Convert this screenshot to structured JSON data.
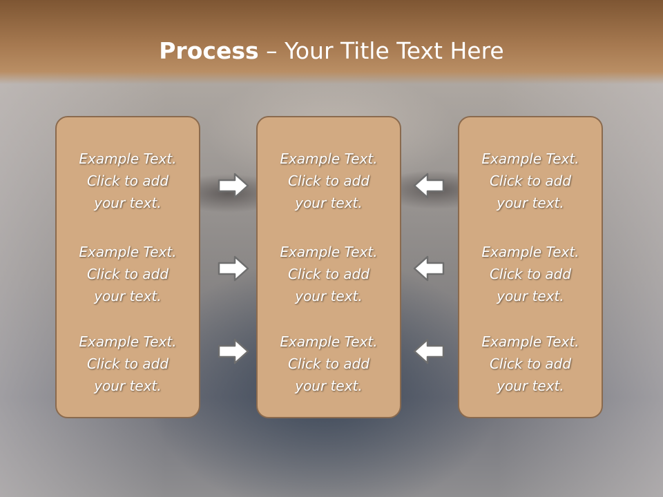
{
  "slide": {
    "title_bold": "Process",
    "title_rest": " – Your Title Text Here"
  },
  "columns": [
    {
      "items": [
        "Example Text.\nClick  to add\nyour text.",
        "Example Text.\nClick  to add\nyour text.",
        "Example Text.\nClick  to add\nyour text."
      ]
    },
    {
      "items": [
        "Example Text.\nClick  to add\nyour text.",
        "Example Text.\nClick  to add\nyour text.",
        "Example Text.\nClick  to add\nyour text."
      ]
    },
    {
      "items": [
        "Example Text.\nClick  to add\nyour text.",
        "Example Text.\nClick  to add\nyour text.",
        "Example Text.\nClick  to add\nyour text."
      ]
    }
  ],
  "icons": {
    "left_arrows": "arrow-right-icon",
    "right_arrows": "arrow-left-icon"
  },
  "colors": {
    "title_bar": "#a77a51",
    "box_fill": "#d2aa82",
    "box_border": "#8a6a4e",
    "arrow_fill": "#ffffff",
    "arrow_stroke": "#6e6e6e"
  }
}
